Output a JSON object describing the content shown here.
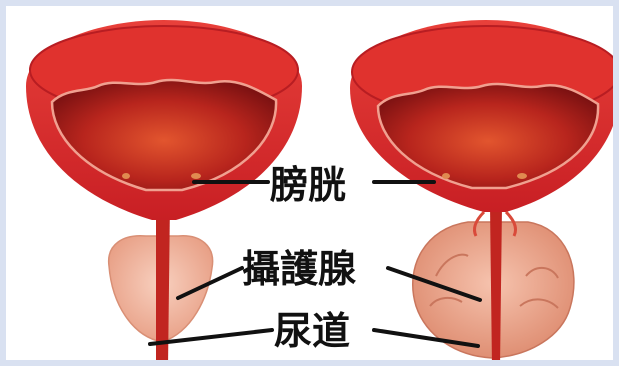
{
  "labels": {
    "bladder": "膀胱",
    "prostate": "攝護腺",
    "urethra": "尿道"
  },
  "colors": {
    "bladder_outer": "#d8232a",
    "bladder_inner": "#a3181e",
    "bladder_cavity": "#b82a1c",
    "prostate": "#f2b9a0",
    "urethra": "#c12520",
    "leader_line": "#111111"
  }
}
